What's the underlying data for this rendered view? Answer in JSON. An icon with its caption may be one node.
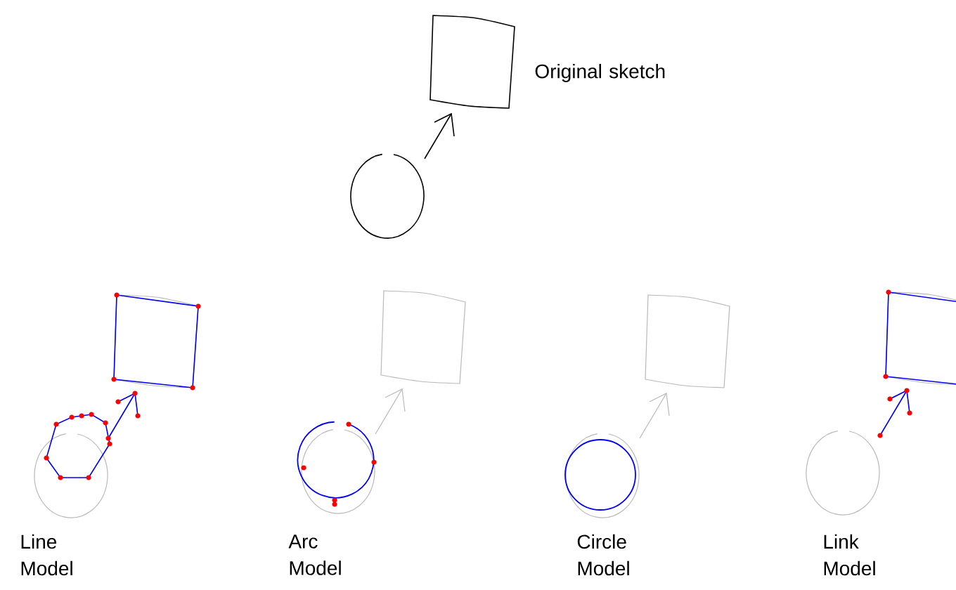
{
  "diagram": {
    "labels": [
      "Original sketch",
      "Line Model",
      "Arc Model",
      "Circle Model",
      "Link Model"
    ]
  }
}
